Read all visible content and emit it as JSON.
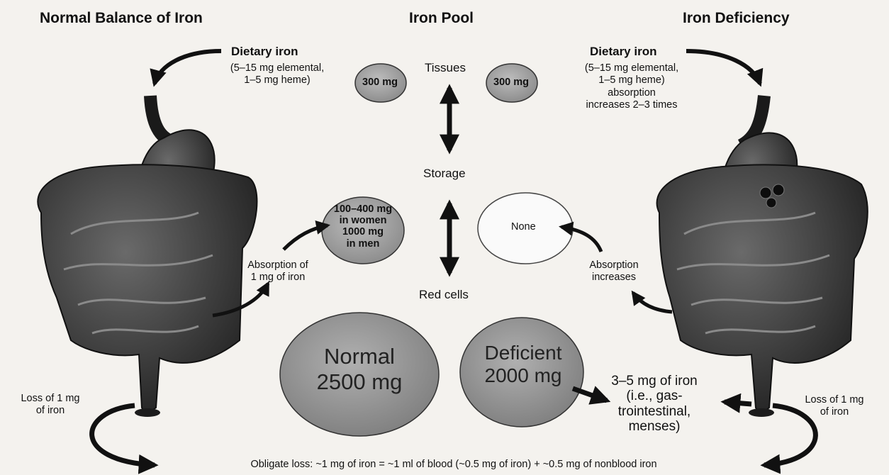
{
  "headers": {
    "left": "Normal Balance of Iron",
    "center": "Iron Pool",
    "right": "Iron Deficiency"
  },
  "left": {
    "dietary_title": "Dietary iron",
    "dietary_detail_1": "(5–15 mg elemental,",
    "dietary_detail_2": "1–5 mg heme)",
    "absorption_1": "Absorption of",
    "absorption_2": "1 mg of iron",
    "loss_1": "Loss of 1 mg",
    "loss_2": "of iron"
  },
  "right": {
    "dietary_title": "Dietary iron",
    "dietary_detail_1": "(5–15 mg elemental,",
    "dietary_detail_2": "1–5 mg heme)",
    "dietary_detail_3": "absorption",
    "dietary_detail_4": "increases 2–3 times",
    "absorption_1": "Absorption",
    "absorption_2": "increases",
    "loss_1": "Loss of 1 mg",
    "loss_2": "of iron"
  },
  "pool": {
    "tissues_label": "Tissues",
    "tissues_normal": "300 mg",
    "tissues_deficient": "300 mg",
    "storage_label": "Storage",
    "storage_normal_1": "100–400 mg",
    "storage_normal_2": "in women",
    "storage_normal_3": "1000 mg",
    "storage_normal_4": "in men",
    "storage_deficient": "None",
    "redcells_label": "Red cells",
    "red_normal_1": "Normal",
    "red_normal_2": "2500 mg",
    "red_deficient_1": "Deficient",
    "red_deficient_2": "2000 mg",
    "extra_loss_1": "3–5 mg of iron",
    "extra_loss_2": "(i.e., gas-",
    "extra_loss_3": "trointestinal,",
    "extra_loss_4": "menses)"
  },
  "footer": "Obligate loss: ~1 mg of iron = ~1 ml of blood (~0.5 mg of iron) + ~0.5 mg of nonblood iron",
  "colors": {
    "background": "#f4f2ee",
    "ink": "#111111",
    "oval_fill": "#9c9c9c",
    "oval_light": "#c4c4c4"
  }
}
